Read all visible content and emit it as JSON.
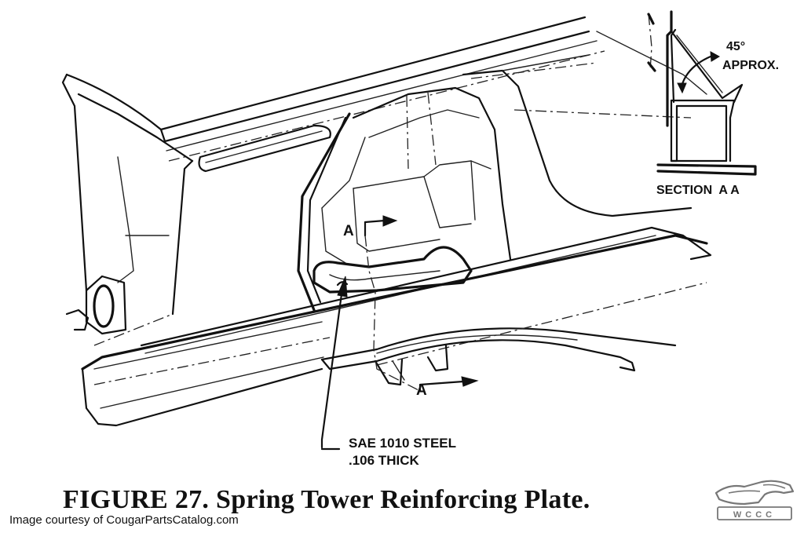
{
  "caption": "FIGURE 27. Spring Tower Reinforcing Plate.",
  "credit": "Image courtesy of CougarPartsCatalog.com",
  "callout": {
    "material_line1": "SAE 1010 STEEL",
    "material_line2": ".106 THICK"
  },
  "section_markers": {
    "upper": "A",
    "lower": "A"
  },
  "inset": {
    "angle_value": "45°",
    "angle_note": "APPROX.",
    "section_label": "SECTION  A A"
  },
  "logo": {
    "text": "WCCC"
  }
}
